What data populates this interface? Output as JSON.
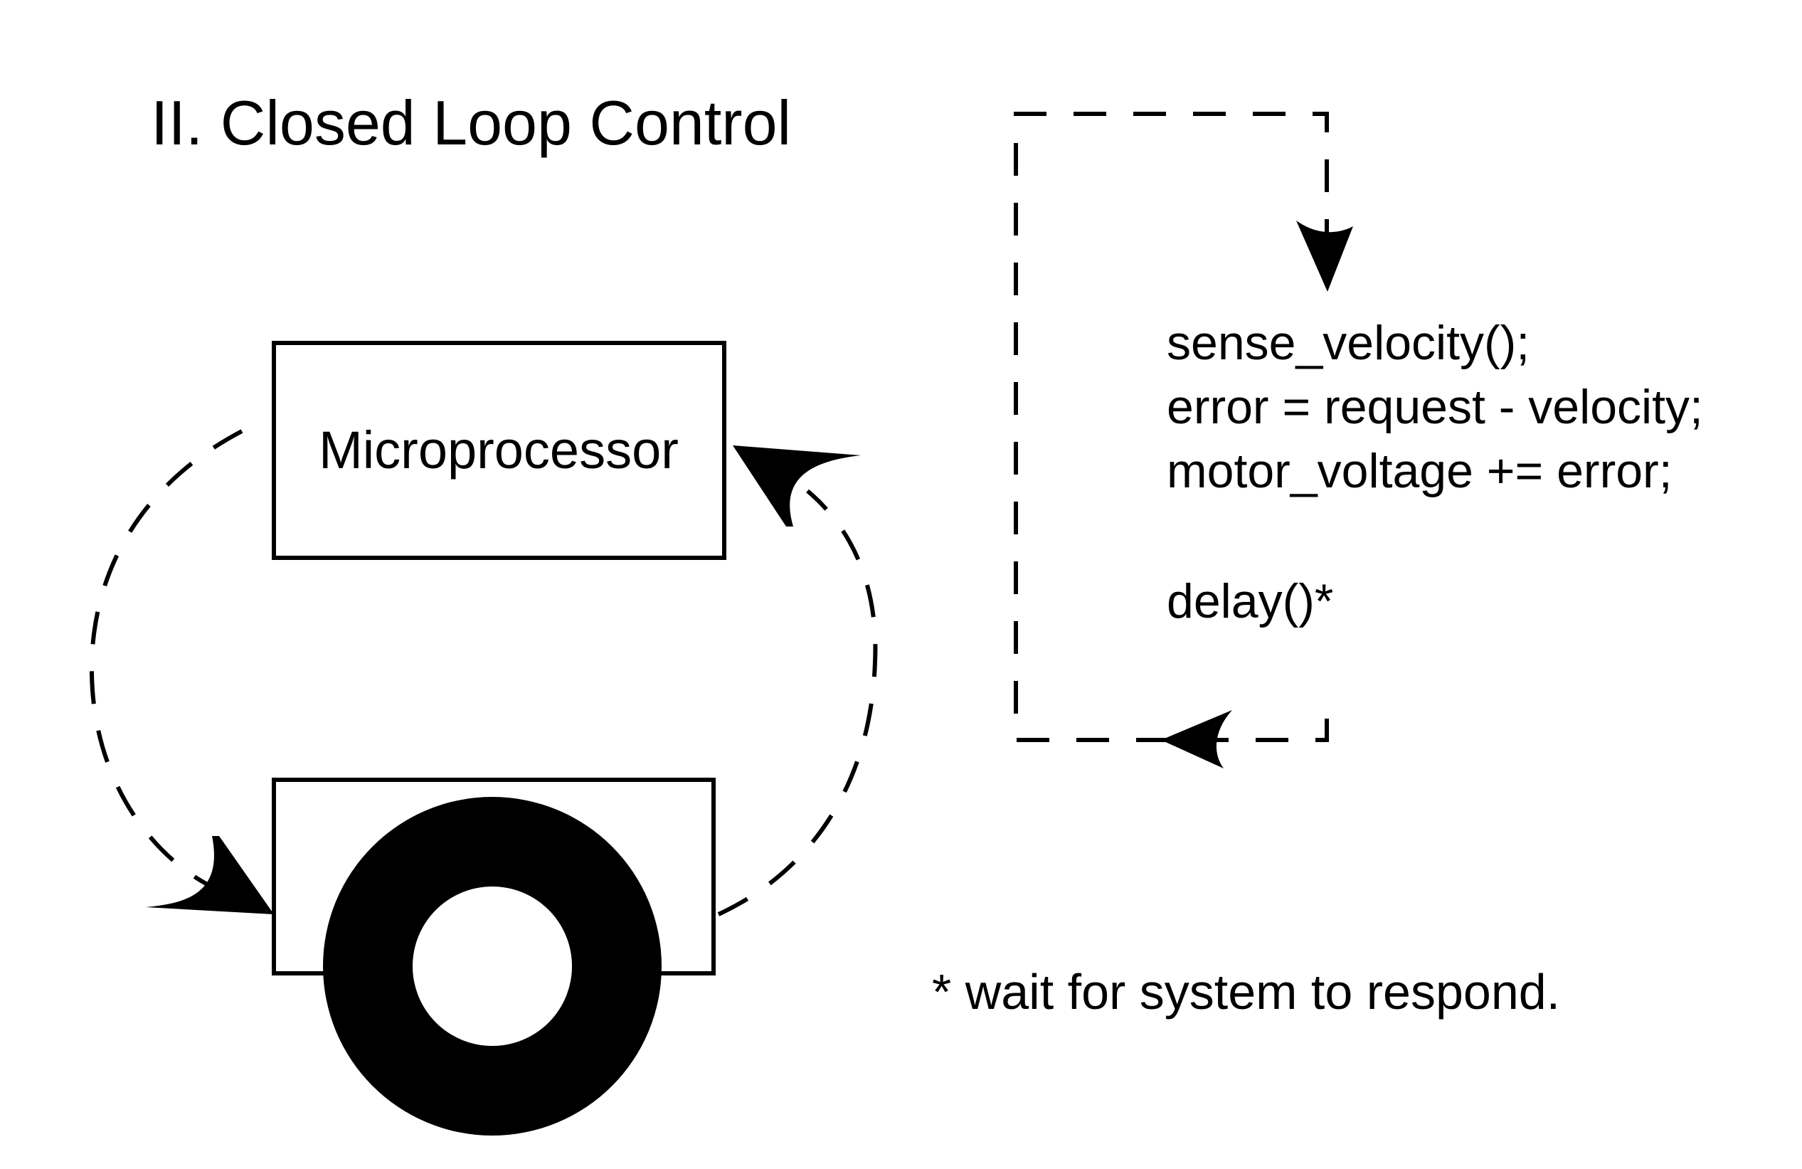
{
  "title": "II.  Closed Loop Control",
  "microprocessor_label": "Microprocessor",
  "code_lines": [
    "sense_velocity();",
    "error = request - velocity;",
    "motor_voltage += error;",
    "delay()*"
  ],
  "footnote": "* wait for system to respond.",
  "colors": {
    "ink": "#000000",
    "background": "#ffffff"
  },
  "icons": {
    "wheel": "wheel-icon",
    "arrowheads": "arrowhead-icon"
  }
}
